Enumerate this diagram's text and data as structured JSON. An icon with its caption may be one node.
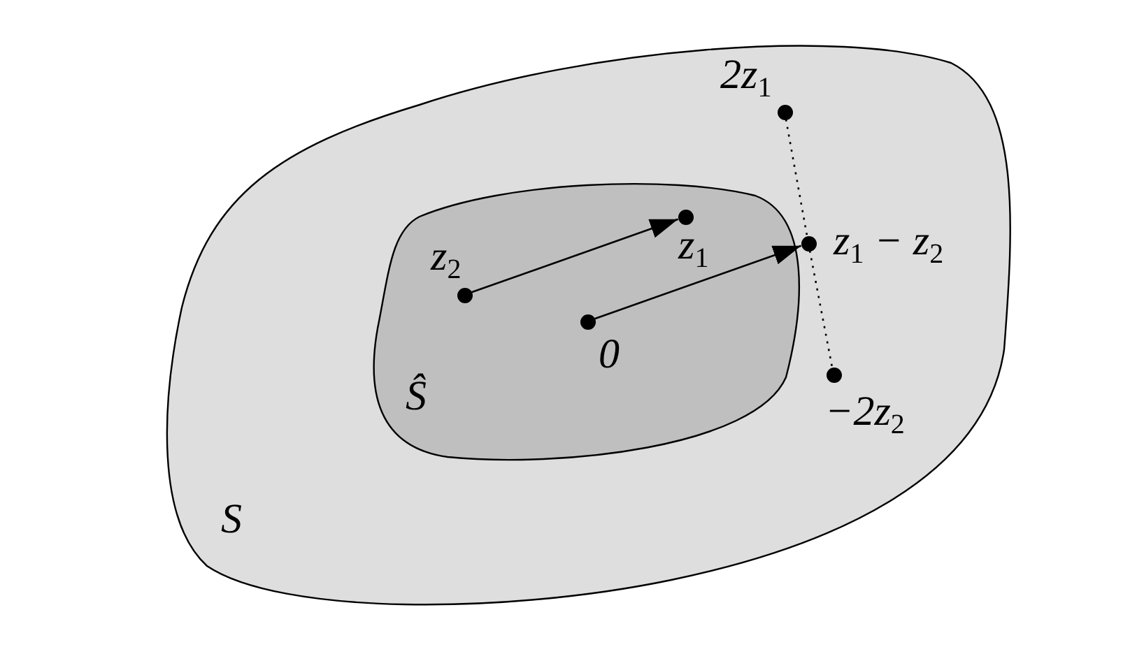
{
  "diagram": {
    "nodes": [
      {
        "text": [
          "S"
        ]
      },
      {
        "text": [
          "Ŝ"
        ],
        "in": 0
      },
      {
        "text": [
          "2z$_{1}$"
        ],
        "in": 0
      },
      {
        "text": [
          "z$_{1}$"
        ],
        "in": 1
      },
      {
        "text": [
          "z$_{1}$ − z$_{2}$"
        ],
        "in": 0
      },
      {
        "text": [
          "z$_{2}$"
        ],
        "in": 1
      },
      {
        "text": [
          "0"
        ],
        "in": 1
      },
      {
        "text": [
          "−2z$_{2}$"
        ],
        "in": 0
      }
    ],
    "edges": [
      {
        "from": 5,
        "to": 3,
        "arrow": "to"
      },
      {
        "from": 6,
        "to": 4,
        "arrow": "to"
      },
      {
        "from": 2,
        "to": 4,
        "arrow": "none",
        "style": "dashed"
      },
      {
        "from": 4,
        "to": 7,
        "arrow": "none",
        "style": "dashed"
      }
    ]
  }
}
